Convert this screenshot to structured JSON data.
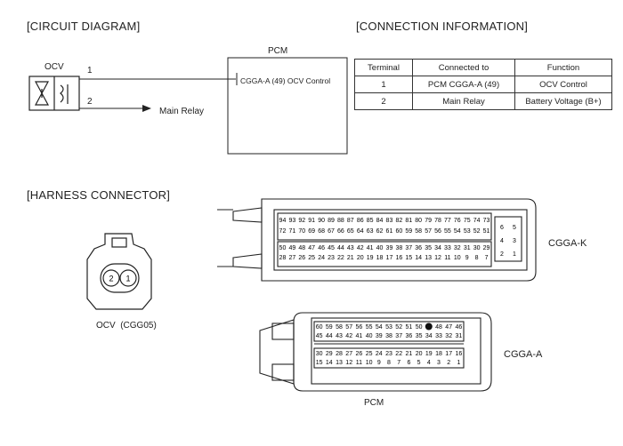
{
  "circuit": {
    "heading": "[CIRCUIT DIAGRAM]",
    "ocv_label": "OCV",
    "pin1": "1",
    "pin2": "2",
    "main_relay": "Main Relay",
    "pcm_label": "PCM",
    "pcm_pin": "CGGA-A (49) OCV Control"
  },
  "connection": {
    "heading": "[CONNECTION INFORMATION]",
    "headers": [
      "Terminal",
      "Connected to",
      "Function"
    ],
    "rows": [
      [
        "1",
        "PCM CGGA-A (49)",
        "OCV Control"
      ],
      [
        "2",
        "Main Relay",
        "Battery Voltage (B+)"
      ]
    ]
  },
  "harness": {
    "heading": "[HARNESS CONNECTOR]",
    "ocv_connector_label": "OCV  (CGG05)",
    "ocv_pins": [
      "2",
      "1"
    ],
    "cgga_k_label": "CGGA-K",
    "cgga_a_label": "CGGA-A",
    "pcm_label": "PCM",
    "cgga_k_rows": [
      [
        "94",
        "93",
        "92",
        "91",
        "90",
        "89",
        "88",
        "87",
        "86",
        "85",
        "84",
        "83",
        "82",
        "81",
        "80",
        "79",
        "78",
        "77",
        "76",
        "75",
        "74",
        "73"
      ],
      [
        "72",
        "71",
        "70",
        "69",
        "68",
        "67",
        "66",
        "65",
        "64",
        "63",
        "62",
        "61",
        "60",
        "59",
        "58",
        "57",
        "56",
        "55",
        "54",
        "53",
        "52",
        "51"
      ],
      [
        "50",
        "49",
        "48",
        "47",
        "46",
        "45",
        "44",
        "43",
        "42",
        "41",
        "40",
        "39",
        "38",
        "37",
        "36",
        "35",
        "34",
        "33",
        "32",
        "31",
        "30",
        "29"
      ],
      [
        "28",
        "27",
        "26",
        "25",
        "24",
        "23",
        "22",
        "21",
        "20",
        "19",
        "18",
        "17",
        "16",
        "15",
        "14",
        "13",
        "12",
        "11",
        "10",
        "9",
        "8",
        "7"
      ]
    ],
    "cgga_k_side": [
      [
        "6",
        "5"
      ],
      [
        "4",
        "3"
      ],
      [
        "2",
        "1"
      ]
    ],
    "cgga_a_rows": [
      [
        "60",
        "59",
        "58",
        "57",
        "56",
        "55",
        "54",
        "53",
        "52",
        "51",
        "50",
        "",
        "48",
        "47",
        "46"
      ],
      [
        "45",
        "44",
        "43",
        "42",
        "41",
        "40",
        "39",
        "38",
        "37",
        "36",
        "35",
        "34",
        "33",
        "32",
        "31"
      ],
      [
        "30",
        "29",
        "28",
        "27",
        "26",
        "25",
        "24",
        "23",
        "22",
        "21",
        "20",
        "19",
        "18",
        "17",
        "16"
      ],
      [
        "15",
        "14",
        "13",
        "12",
        "11",
        "10",
        "9",
        "8",
        "7",
        "6",
        "5",
        "4",
        "3",
        "2",
        "1"
      ]
    ]
  }
}
